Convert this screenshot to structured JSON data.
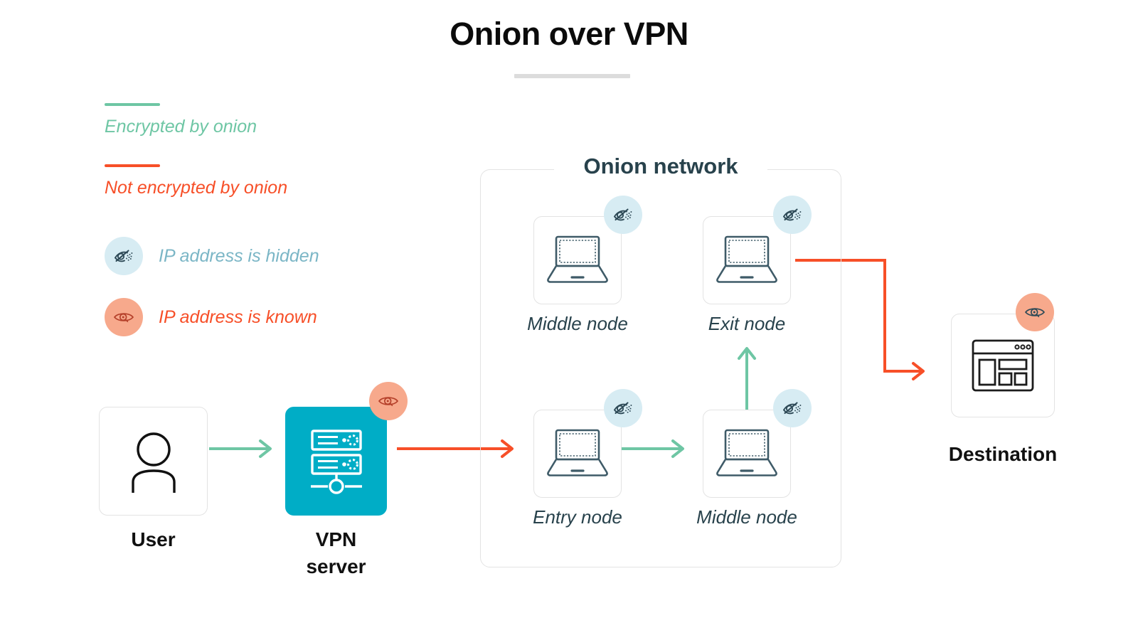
{
  "title": "Onion over VPN",
  "colors": {
    "encrypted_green": "#6ec6a4",
    "not_encrypted_orange": "#f74f28",
    "hidden_badge_bg": "#d7ecf3",
    "hidden_badge_icon": "#2e4a57",
    "known_badge_bg": "#f7a98c",
    "known_badge_icon": "#b5402a",
    "destination_badge_icon": "#2e4a57",
    "hidden_text": "#7bb6c6",
    "known_text": "#f74f28",
    "vpn_tile": "#00adc6",
    "node_label": "#28424c",
    "card_border": "#e3e3e3",
    "title_rule": "#dcdcdc"
  },
  "legend": {
    "items": [
      {
        "kind": "line",
        "icon": "green-line-swatch",
        "label": "Encrypted by onion"
      },
      {
        "kind": "line",
        "icon": "orange-line-swatch",
        "label": "Not encrypted by onion"
      },
      {
        "kind": "badge",
        "icon": "eye-hidden-icon",
        "label": "IP address is hidden"
      },
      {
        "kind": "badge",
        "icon": "eye-known-icon",
        "label": "IP address is known"
      }
    ]
  },
  "diagram": {
    "user": {
      "label": "User",
      "icon": "person-icon"
    },
    "vpn": {
      "label": "VPN\nserver",
      "label_line1": "VPN",
      "label_line2": "server",
      "icon": "server-rack-icon",
      "badge": "eye-known-icon"
    },
    "onion_network": {
      "title": "Onion network"
    },
    "nodes": [
      {
        "id": "middle-top",
        "label": "Middle node",
        "icon": "laptop-icon",
        "badge": "eye-hidden-icon"
      },
      {
        "id": "exit",
        "label": "Exit node",
        "icon": "laptop-icon",
        "badge": "eye-hidden-icon"
      },
      {
        "id": "entry",
        "label": "Entry node",
        "icon": "laptop-icon",
        "badge": "eye-hidden-icon"
      },
      {
        "id": "middle-bottom",
        "label": "Middle node",
        "icon": "laptop-icon",
        "badge": "eye-hidden-icon"
      }
    ],
    "destination": {
      "label": "Destination",
      "icon": "browser-window-icon",
      "badge": "eye-known-icon"
    },
    "connections": [
      {
        "from": "user",
        "to": "vpn",
        "style": "encrypted"
      },
      {
        "from": "vpn",
        "to": "entry",
        "style": "not-encrypted"
      },
      {
        "from": "entry",
        "to": "middle-bottom",
        "style": "encrypted"
      },
      {
        "from": "middle-bottom",
        "to": "exit",
        "style": "encrypted"
      },
      {
        "from": "exit",
        "to": "destination",
        "style": "not-encrypted"
      }
    ]
  }
}
